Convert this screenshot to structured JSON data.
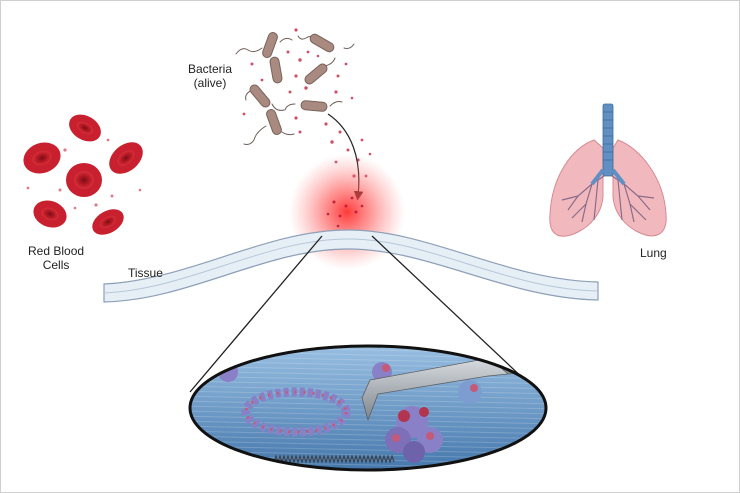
{
  "labels": {
    "bacteria": "Bacteria",
    "bacteria_state": "(alive)",
    "red_blood": "Red Blood",
    "cells": "Cells",
    "tissue": "Tissue",
    "lung": "Lung"
  },
  "colors": {
    "rbc": "#c8202e",
    "rbc_dark": "#8e1118",
    "bacteria": "#a98a80",
    "dots": "#d0506a",
    "glow": "#ff3b3b",
    "tissue_fill": "#e6eef6",
    "tissue_line": "#8ea0b8",
    "lung": "#f1b9bd",
    "trachea": "#5f8fc3",
    "surface": "#5f8fc0",
    "probe": "#a6acb3"
  }
}
